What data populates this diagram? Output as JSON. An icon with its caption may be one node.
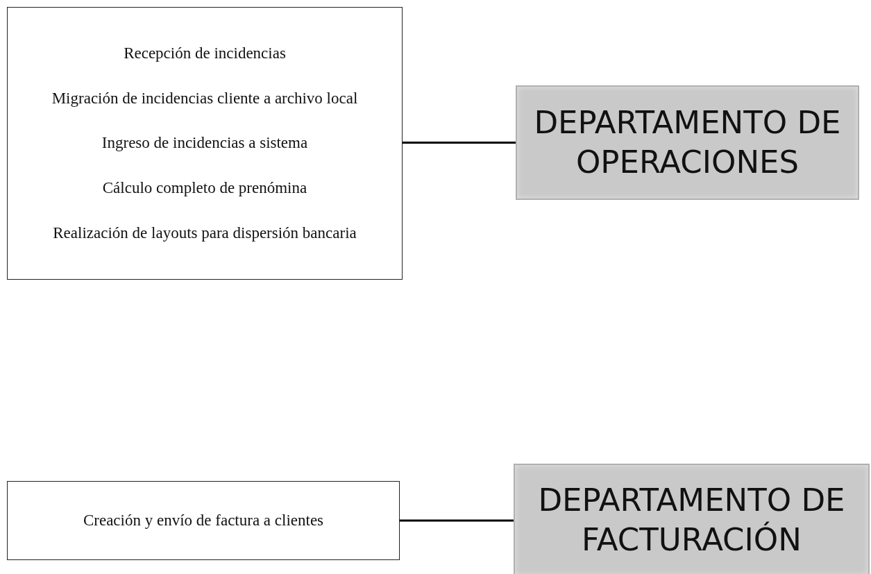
{
  "diagram": {
    "nodes": [
      {
        "text": [
          "Recepción de incidencias",
          "Migración de incidencias cliente a archivo local",
          "Ingreso de incidencias a sistema",
          "Cálculo completo de prenómina",
          "Realización de layouts para dispersión bancaria"
        ]
      },
      {
        "text": [
          "DEPARTAMENTO DE OPERACIONES"
        ]
      },
      {
        "text": [
          "Creación y envío de factura a clientes"
        ]
      },
      {
        "text": [
          "DEPARTAMENTO DE FACTURACIÓN"
        ]
      }
    ],
    "edges": [
      {
        "from": 0,
        "to": 1,
        "arrow": "none"
      },
      {
        "from": 2,
        "to": 3,
        "arrow": "none"
      }
    ]
  }
}
